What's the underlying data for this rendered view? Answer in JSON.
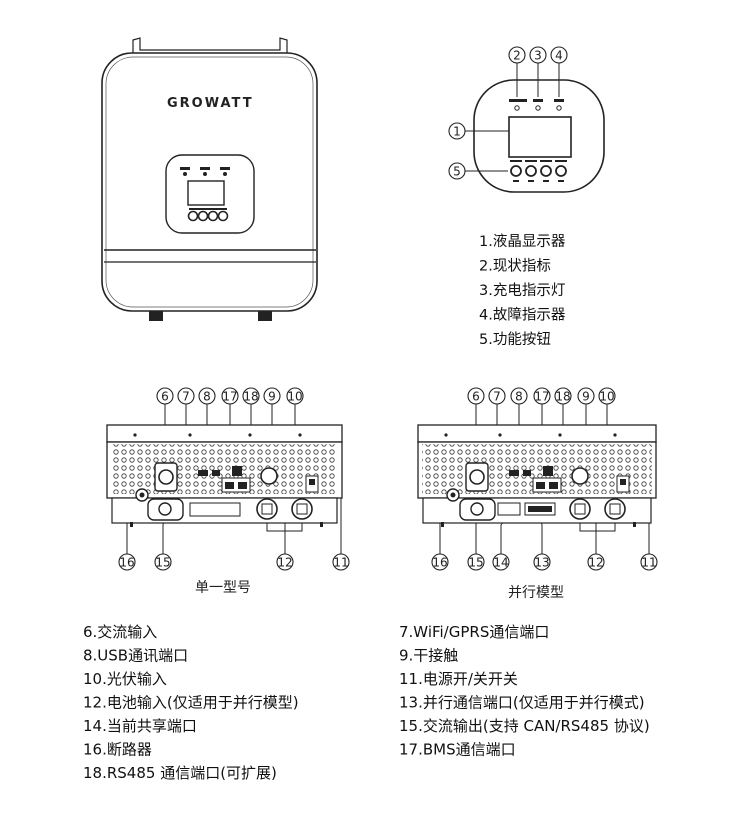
{
  "brand": "GROWATT",
  "panel_callouts": [
    "1",
    "2",
    "3",
    "4",
    "5"
  ],
  "panel_legend": [
    "1.液晶显示器",
    "2.现状指标",
    "3.充电指示灯",
    "4.故障指示器",
    "5.功能按钮"
  ],
  "single_model": {
    "caption": "单一型号",
    "top_callouts": [
      "6",
      "7",
      "8",
      "17",
      "18",
      "9",
      "10"
    ],
    "bottom_callouts": [
      "16",
      "15",
      "12",
      "11"
    ]
  },
  "parallel_model": {
    "caption": "并行模型",
    "top_callouts": [
      "6",
      "7",
      "8",
      "17",
      "18",
      "9",
      "10"
    ],
    "bottom_callouts": [
      "16",
      "15",
      "14",
      "13",
      "12",
      "11"
    ]
  },
  "port_legend": {
    "left": [
      "6.交流输入",
      "8.USB通讯端口",
      "10.光伏输入",
      "12.电池输入(仅适用于并行模型)",
      "14.当前共享端口",
      "16.断路器",
      "18.RS485 通信端口(可扩展)"
    ],
    "right": [
      "7.WiFi/GPRS通信端口",
      "9.干接触",
      "11.电源开/关开关",
      "13.并行通信端口(仅适用于并行模式)",
      "15.交流输出(支持 CAN/RS485 协议)",
      "17.BMS通信端口"
    ]
  }
}
